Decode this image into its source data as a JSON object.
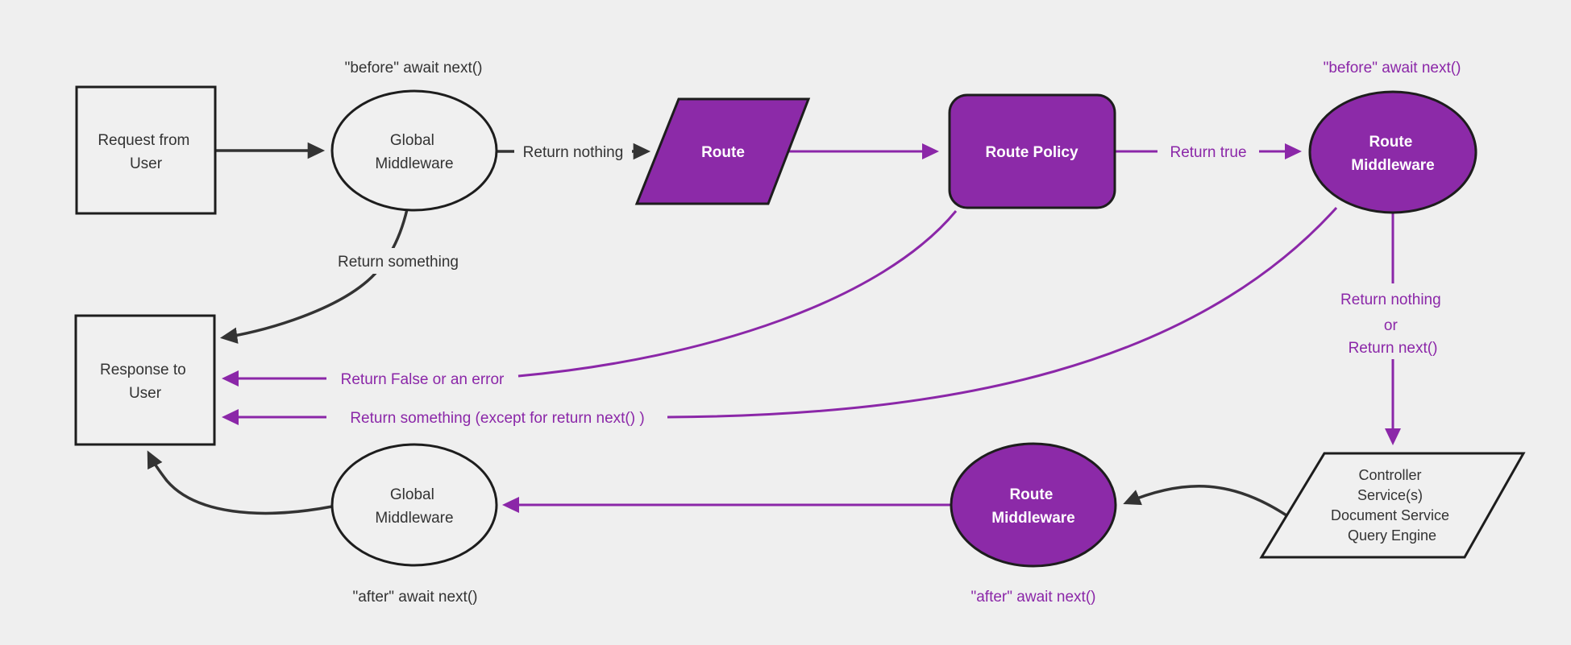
{
  "title": "Request / response middleware flowchart",
  "colors": {
    "background": "#efefef",
    "purple_line": "#8b27a8",
    "purple_fill": "#8c2aa8",
    "black_line": "#333333",
    "node_border": "#1d1d1d",
    "light_node_fill": "#f0f0f0",
    "white_text": "#ffffff",
    "dark_text": "#333333"
  },
  "nodes": {
    "request": {
      "lines": [
        "Request from",
        "User"
      ]
    },
    "global_middleware_top": {
      "lines": [
        "Global",
        "Middleware"
      ]
    },
    "route": {
      "label": "Route"
    },
    "route_policy": {
      "label": "Route Policy"
    },
    "route_middleware_top": {
      "lines": [
        "Route",
        "Middleware"
      ]
    },
    "services": {
      "lines": [
        "Controller",
        "Service(s)",
        "Document Service",
        "Query Engine"
      ]
    },
    "route_middleware_bottom": {
      "lines": [
        "Route",
        "Middleware"
      ]
    },
    "global_middleware_bottom": {
      "lines": [
        "Global",
        "Middleware"
      ]
    },
    "response": {
      "lines": [
        "Response to",
        "User"
      ]
    }
  },
  "edge_labels": {
    "before_await_next_global": "\"before\" await next()",
    "return_nothing": "Return nothing",
    "return_something": "Return something",
    "before_await_next_route": "\"before\" await next()",
    "return_true": "Return true",
    "return_nothing_or": [
      "Return nothing",
      "or",
      "Return next()"
    ],
    "return_false_or_error": "Return False or an error",
    "return_something_except": "Return something (except for return next() )",
    "after_await_next_route": "\"after\" await next()",
    "after_await_next_global": "\"after\" await next()"
  }
}
